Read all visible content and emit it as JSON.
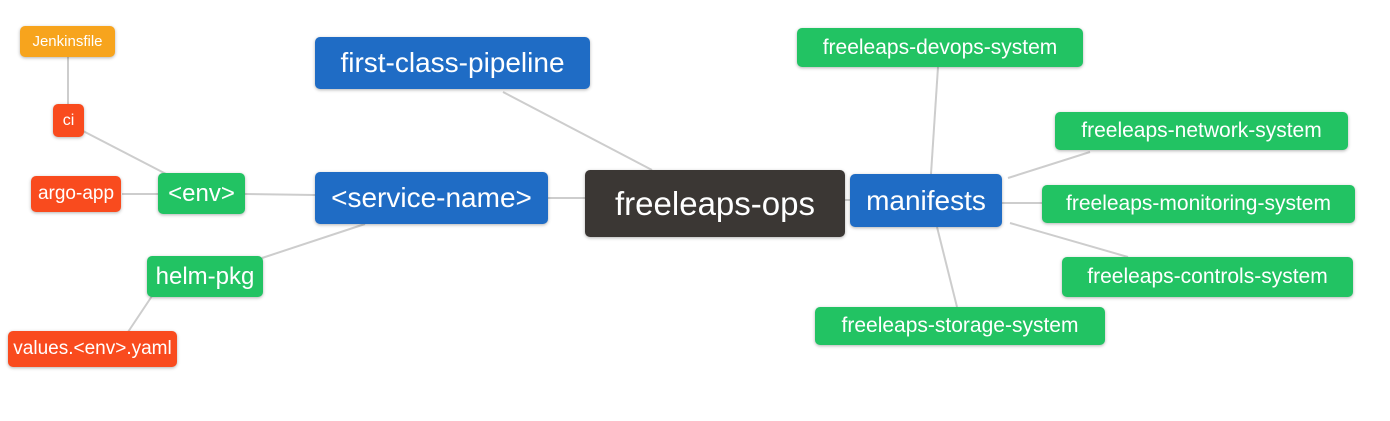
{
  "diagram": {
    "title": "freeleaps-ops mind map",
    "colors": {
      "blue": "#1f6cc5",
      "green": "#22c363",
      "orange": "#f7a41d",
      "red": "#f94b1e",
      "dark": "#3b3734",
      "edge": "#cdcdcd",
      "text": "#ffffff",
      "background": "#ffffff"
    },
    "nodes": [
      {
        "id": "jenkinsfile",
        "label": "Jenkinsfile",
        "color": "orange"
      },
      {
        "id": "ci",
        "label": "ci",
        "color": "red"
      },
      {
        "id": "argo-app",
        "label": "argo-app",
        "color": "red"
      },
      {
        "id": "env",
        "label": "<env>",
        "color": "green"
      },
      {
        "id": "helm-pkg",
        "label": "helm-pkg",
        "color": "green"
      },
      {
        "id": "values-env-yaml",
        "label": "values.<env>.yaml",
        "color": "red"
      },
      {
        "id": "first-class-pipeline",
        "label": "first-class-pipeline",
        "color": "blue"
      },
      {
        "id": "service-name",
        "label": "<service-name>",
        "color": "blue"
      },
      {
        "id": "freeleaps-ops",
        "label": "freeleaps-ops",
        "color": "dark"
      },
      {
        "id": "manifests",
        "label": "manifests",
        "color": "blue"
      },
      {
        "id": "devops-system",
        "label": "freeleaps-devops-system",
        "color": "green"
      },
      {
        "id": "network-system",
        "label": "freeleaps-network-system",
        "color": "green"
      },
      {
        "id": "monitoring-system",
        "label": "freeleaps-monitoring-system",
        "color": "green"
      },
      {
        "id": "controls-system",
        "label": "freeleaps-controls-system",
        "color": "green"
      },
      {
        "id": "storage-system",
        "label": "freeleaps-storage-system",
        "color": "green"
      }
    ],
    "edges": [
      [
        "Jenkinsfile",
        "ci"
      ],
      [
        "ci",
        "<env>"
      ],
      [
        "argo-app",
        "<env>"
      ],
      [
        "<env>",
        "<service-name>"
      ],
      [
        "helm-pkg",
        "<service-name>"
      ],
      [
        "values.<env>.yaml",
        "helm-pkg"
      ],
      [
        "first-class-pipeline",
        "freeleaps-ops"
      ],
      [
        "<service-name>",
        "freeleaps-ops"
      ],
      [
        "freeleaps-ops",
        "manifests"
      ],
      [
        "manifests",
        "freeleaps-devops-system"
      ],
      [
        "manifests",
        "freeleaps-network-system"
      ],
      [
        "manifests",
        "freeleaps-monitoring-system"
      ],
      [
        "manifests",
        "freeleaps-controls-system"
      ],
      [
        "manifests",
        "freeleaps-storage-system"
      ]
    ]
  }
}
